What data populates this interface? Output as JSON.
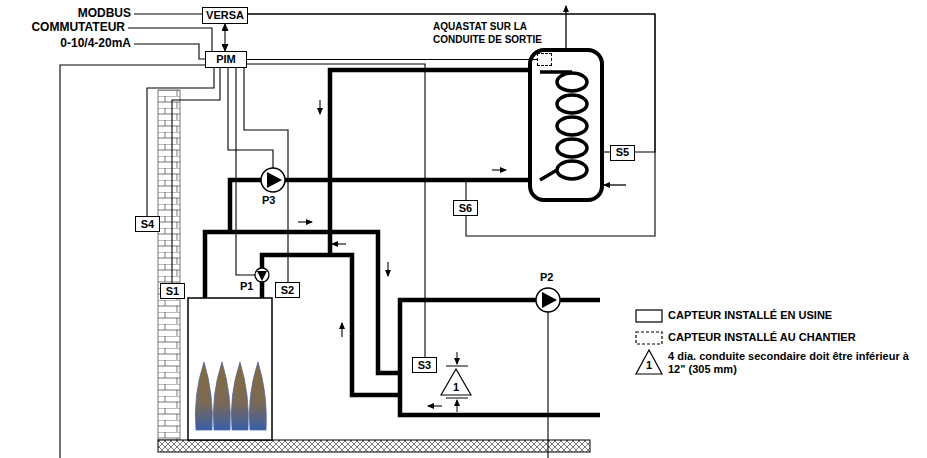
{
  "diagram": {
    "nodes": [
      {
        "text": [
          "VERSA"
        ]
      },
      {
        "text": [
          "PIM"
        ]
      },
      {
        "text": [
          "AQUASTAT SUR LA CONDUITE DE SORTIE"
        ]
      },
      {
        "text": [
          "S5"
        ]
      },
      {
        "text": [
          "S4"
        ]
      },
      {
        "text": [
          "S6"
        ]
      },
      {
        "text": [
          "S1"
        ]
      },
      {
        "text": [
          "S2"
        ]
      },
      {
        "text": [
          "S3"
        ]
      },
      {
        "text": [
          "1"
        ]
      }
    ],
    "edges": [
      {
        "from": 0,
        "to": 1,
        "arrow": "both"
      },
      {
        "from": 1,
        "to": 4,
        "arrow": "none"
      },
      {
        "from": 1,
        "to": 6,
        "arrow": "none"
      },
      {
        "from": 1,
        "to": 7,
        "arrow": "none"
      },
      {
        "from": 1,
        "to": 8,
        "arrow": "none"
      },
      {
        "from": 1,
        "to": 2,
        "arrow": "none"
      },
      {
        "from": 0,
        "to": 3,
        "arrow": "none"
      },
      {
        "from": 0,
        "to": 5,
        "arrow": "none"
      }
    ],
    "labels": [
      "MODBUS",
      "COMMUTATEUR",
      "0-10/4-20mA",
      "P3",
      "P1",
      "P2",
      "1"
    ],
    "legend": [
      {
        "text": "CAPTEUR INSTALLÉ EN USINE"
      },
      {
        "text": "CAPTEUR INSTALLÉ AU CHANTIER"
      },
      {
        "text": "4 dia. conduite secondaire doit être inférieur à 12\" (305 mm)"
      }
    ]
  }
}
